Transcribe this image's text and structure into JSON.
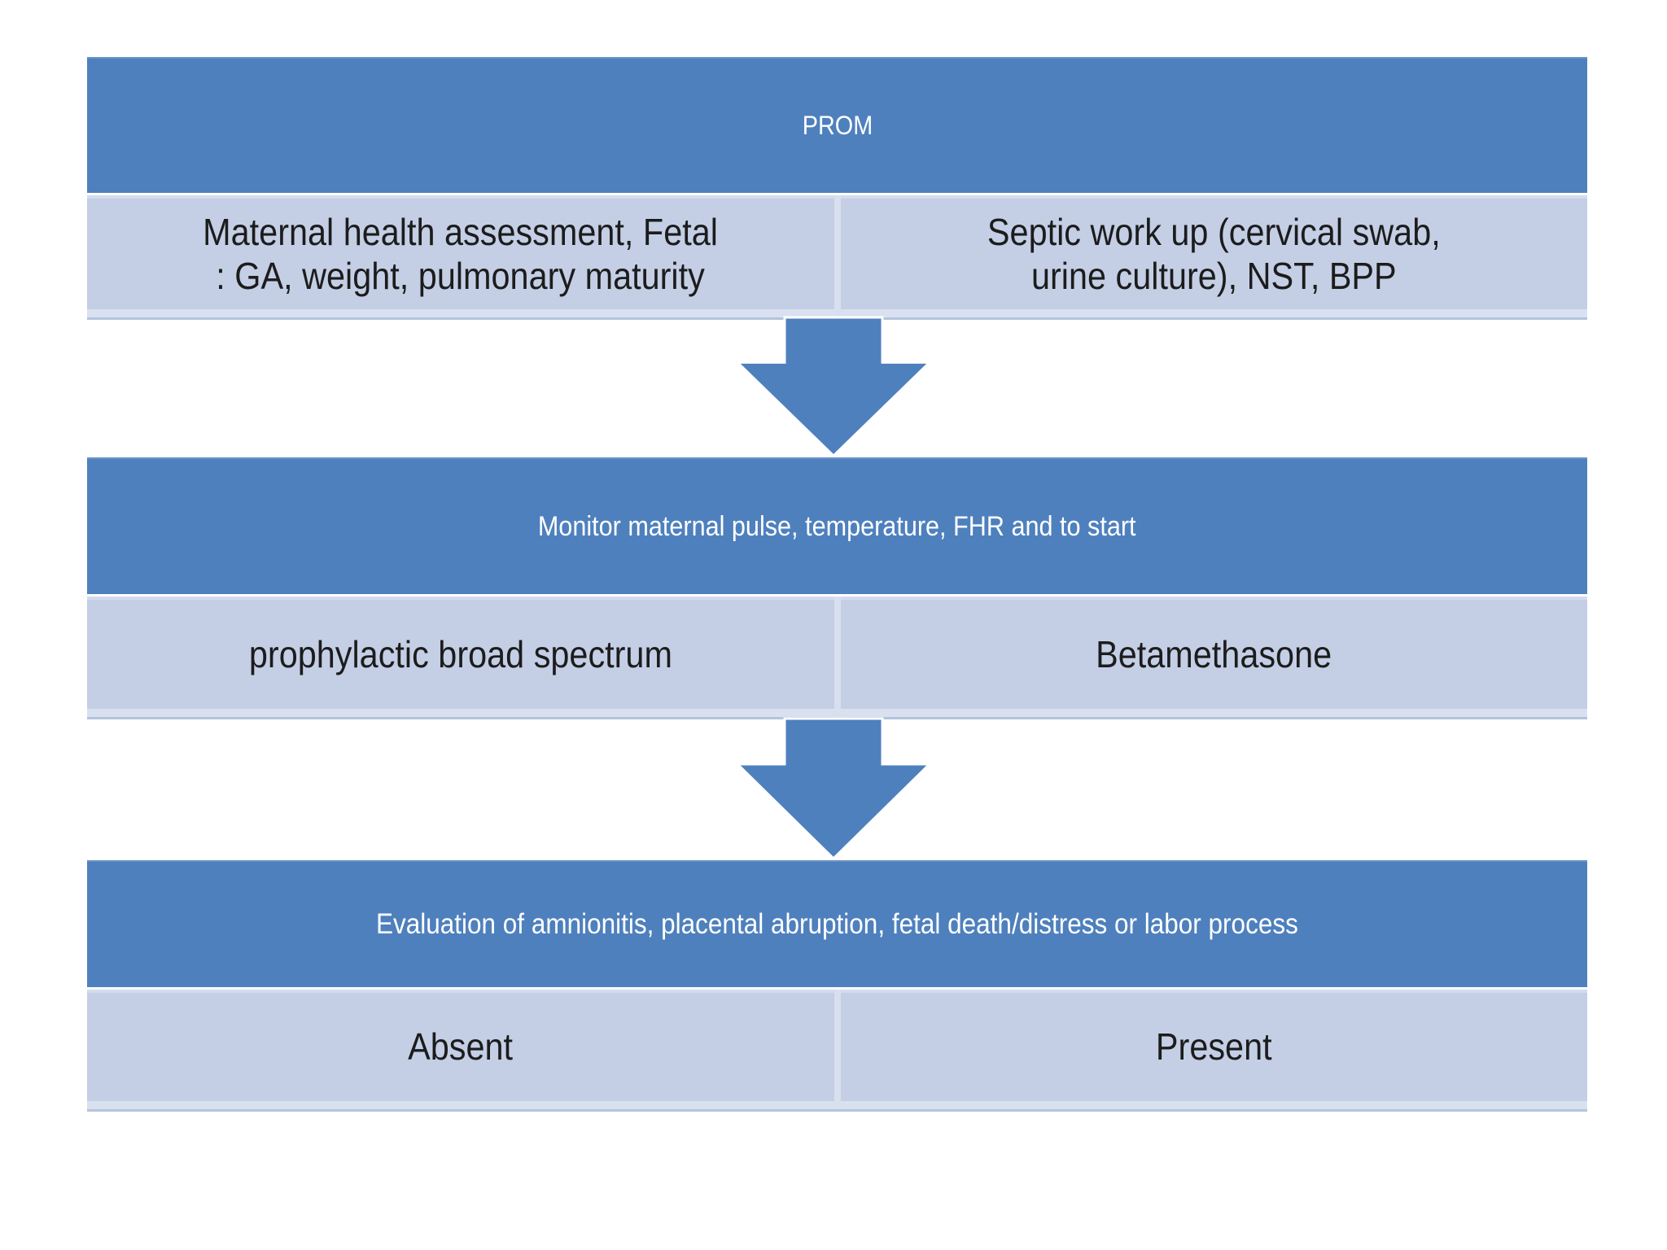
{
  "colors": {
    "header_blue": "#4e80bd",
    "cell_blue_light": "#c4cfe6",
    "divider_light": "#d8dfee",
    "arrow_blue": "#4e80bd",
    "text_white": "#ffffff",
    "text_dark": "#1c1c1c"
  },
  "flowchart": {
    "steps": [
      {
        "header": "PROM",
        "cell_left": "Maternal health assessment, Fetal\n: GA, weight, pulmonary maturity",
        "cell_right": "Septic work up (cervical swab,\nurine culture), NST, BPP"
      },
      {
        "header": "Monitor maternal pulse, temperature, FHR and to start",
        "cell_left": "prophylactic broad spectrum",
        "cell_right": "Betamethasone"
      },
      {
        "header": "Evaluation of amnionitis, placental abruption, fetal death/distress or labor process",
        "cell_left": "Absent",
        "cell_right": "Present"
      }
    ]
  }
}
